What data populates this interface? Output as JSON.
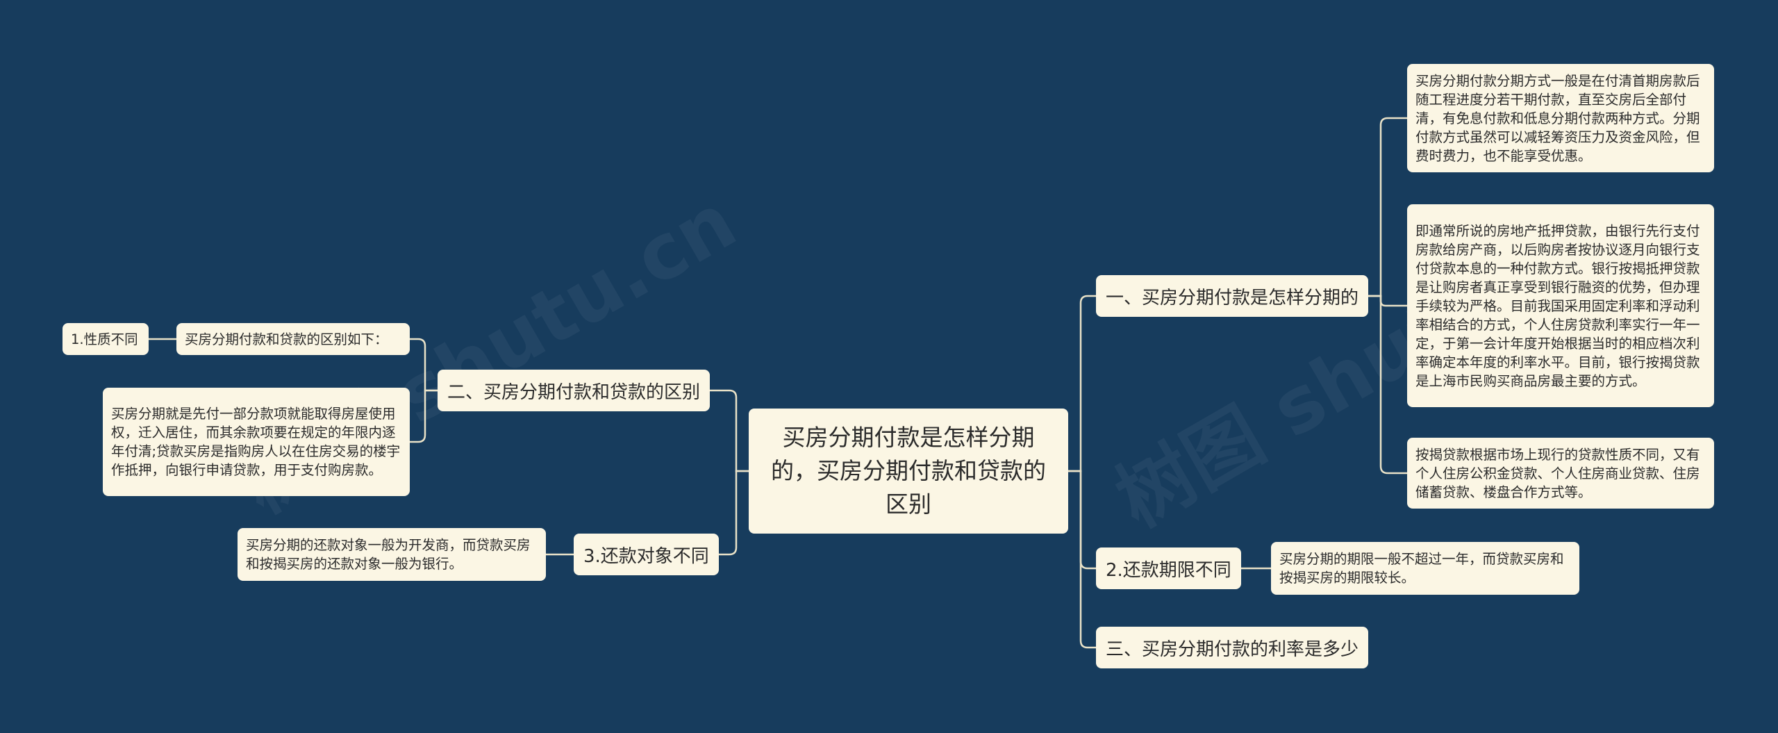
{
  "mindmap": {
    "root": "买房分期付款是怎样分期的，买房分期付款和贷款的区别",
    "right": [
      {
        "label": "一、买房分期付款是怎样分期的",
        "children": [
          "买房分期付款分期方式一般是在付清首期房款后随工程进度分若干期付款，直至交房后全部付清，有免息付款和低息分期付款两种方式。分期付款方式虽然可以减轻筹资压力及资金风险，但费时费力，也不能享受优惠。",
          "即通常所说的房地产抵押贷款，由银行先行支付房款给房产商，以后购房者按协议逐月向银行支付贷款本息的一种付款方式。银行按揭抵押贷款是让购房者真正享受到银行融资的优势，但办理手续较为严格。目前我国采用固定利率和浮动利率相结合的方式，个人住房贷款利率实行一年一定，于第一会计年度开始根据当时的相应档次利率确定本年度的利率水平。目前，银行按揭贷款是上海市民购买商品房最主要的方式。",
          "按揭贷款根据市场上现行的贷款性质不同，又有个人住房公积金贷款、个人住房商业贷款、住房储蓄贷款、楼盘合作方式等。"
        ]
      },
      {
        "label": "2.还款期限不同",
        "children": [
          "买房分期的期限一般不超过一年，而贷款买房和按揭买房的期限较长。"
        ]
      },
      {
        "label": "三、买房分期付款的利率是多少",
        "children": []
      }
    ],
    "left": [
      {
        "label": "二、买房分期付款和贷款的区别",
        "children": [
          {
            "label": "买房分期付款和贷款的区别如下：",
            "children": [
              "1.性质不同"
            ]
          },
          {
            "label": "买房分期就是先付一部分款项就能取得房屋使用权，迁入居住，而其余款项要在规定的年限内逐年付清;贷款买房是指购房人以在住房交易的楼宇作抵押，向银行申请贷款，用于支付购房款。",
            "children": []
          }
        ]
      },
      {
        "label": "3.还款对象不同",
        "children": [
          {
            "label": "买房分期的还款对象一般为开发商，而贷款买房和按揭买房的还款对象一般为银行。",
            "children": []
          }
        ]
      }
    ]
  },
  "colors": {
    "background": "#173c5d",
    "node_fill": "#fbf6e4",
    "connector": "#e9e2c8"
  }
}
